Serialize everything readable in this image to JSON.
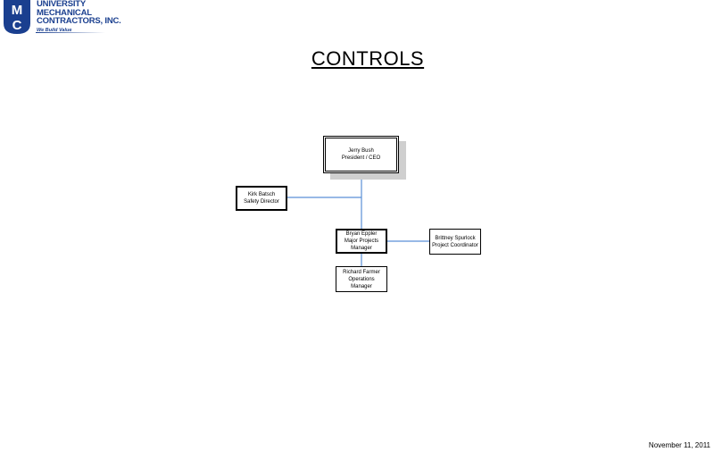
{
  "logo": {
    "initials_top": "M",
    "initials_bottom": "C",
    "name_lines": [
      "UNIVERSITY",
      "MECHANICAL",
      "CONTRACTORS, INC."
    ],
    "tagline": "We Build Value",
    "brand_color": "#1a3f8f"
  },
  "title": "CONTROLS",
  "org_chart": {
    "connector_color": "#5b8fd6",
    "nodes": [
      {
        "id": "ceo",
        "name": "Jerry Bush",
        "role": "President / CEO"
      },
      {
        "id": "safety",
        "name": "Kirk Batsch",
        "role": "Safety Director"
      },
      {
        "id": "major",
        "name": "Bryan Eppler",
        "role": "Major Projects",
        "role2": "Manager"
      },
      {
        "id": "coord",
        "name": "Brittney Spurlock",
        "role": "Project Coordinator"
      },
      {
        "id": "ops",
        "name": "Richard Farmer",
        "role": "Operations",
        "role2": "Manager"
      }
    ]
  },
  "footer": {
    "date": "November 11, 2011"
  }
}
